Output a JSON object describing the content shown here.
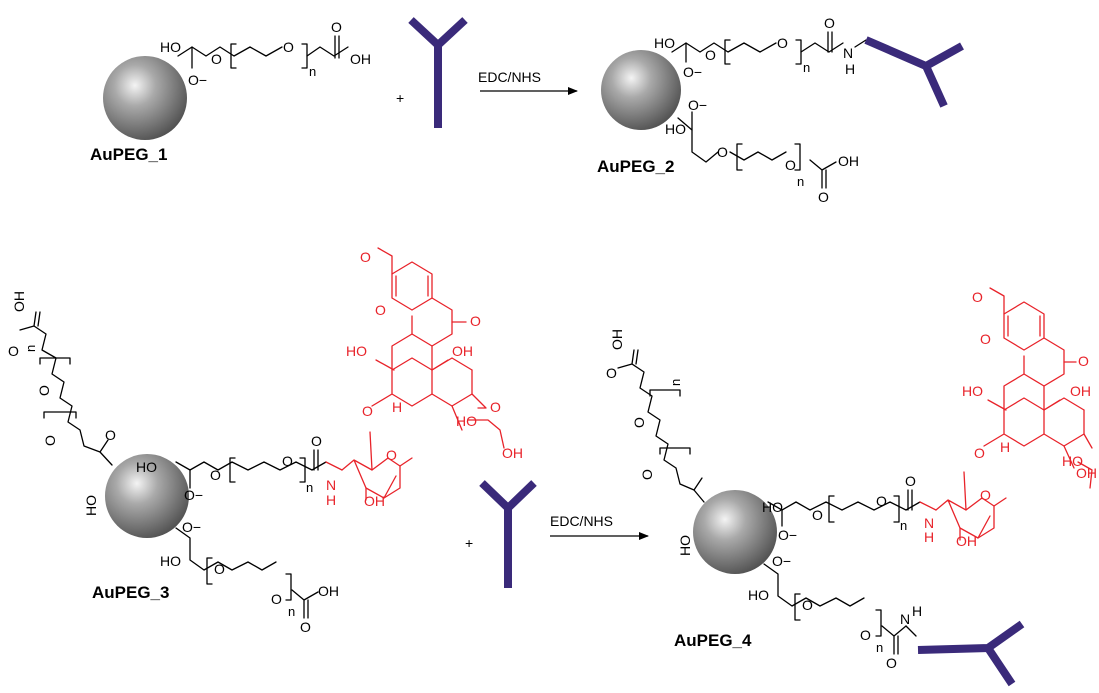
{
  "labels": {
    "aupeg1": "AuPEG_1",
    "aupeg2": "AuPEG_2",
    "aupeg3": "AuPEG_3",
    "aupeg4": "AuPEG_4"
  },
  "reagent": "EDC/NHS",
  "plus": "+",
  "atoms": {
    "ho": "HO",
    "oh": "OH",
    "o": "O",
    "o_minus": "O−",
    "n": "n",
    "h": "H",
    "nh": "N"
  },
  "colors": {
    "nanoparticle": "#8a8a8a",
    "antibody": "#3a2a7a",
    "drug": "#e8232a",
    "text": "#000000"
  },
  "icons": {
    "nanoparticle": "gold-nanoparticle-sphere",
    "antibody": "antibody-y-shape"
  }
}
